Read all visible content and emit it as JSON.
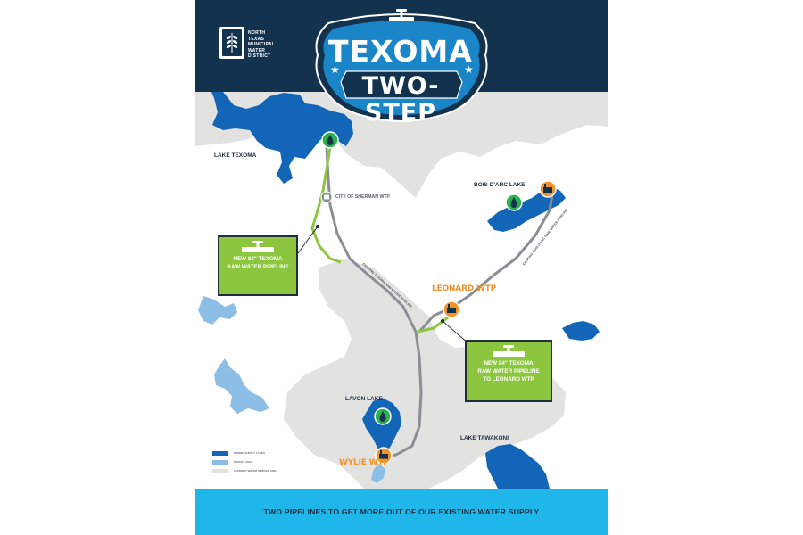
{
  "logo": {
    "icon": "wheat-leaf-icon",
    "lines": [
      "NORTH",
      "TEXAS",
      "MUNICIPAL",
      "WATER",
      "DISTRICT"
    ]
  },
  "title": {
    "line1": "TEXOMA",
    "line2": "TWO-STEP"
  },
  "labels": {
    "lake_texoma": "LAKE TEXOMA",
    "sherman": "CITY OF SHERMAN WTP",
    "bois_darc": "BOIS D'ARC LAKE",
    "leonard": "LEONARD WTP",
    "lavon": "LAVON LAKE",
    "tawakoni": "LAKE TAWAKONI",
    "wylie": "WYLIE WTP"
  },
  "route_labels": {
    "texoma_pipeline": "EXISTING TEXOMA RAW WATER PIPELINE",
    "bois_darc_pipeline": "EXISTING BOIS D'ARC RAW WATER PIPELINE"
  },
  "callouts": {
    "pipeline1": [
      "NEW 84\" TEXOMA",
      "RAW WATER PIPELINE"
    ],
    "pipeline2": [
      "NEW 84\" TEXOMA",
      "RAW WATER PIPELINE",
      "TO LEONARD WTP"
    ]
  },
  "legend": [
    {
      "label": "NTMWD SUPPLY LAKES",
      "color": "#1366b7"
    },
    {
      "label": "OTHER LAKES",
      "color": "#8dbfe6"
    },
    {
      "label": "CURRENT WATER SERVICE AREA",
      "color": "#e2e2e0"
    }
  ],
  "footer": {
    "text": "TWO PIPELINES TO GET MORE OUT OF OUR EXISTING WATER SUPPLY"
  },
  "colors": {
    "header_bg": "#13324e",
    "title_badge": "#1a86c8",
    "supply_lake": "#1366b7",
    "other_lake": "#8dbfe6",
    "service_area": "#e2e2e0",
    "existing_pipeline": "#8a8f96",
    "new_pipeline": "#8cc63f",
    "wtp_marker": "#f0932b",
    "lake_marker": "#2bb24c",
    "footer_bg": "#1fb6ea"
  }
}
